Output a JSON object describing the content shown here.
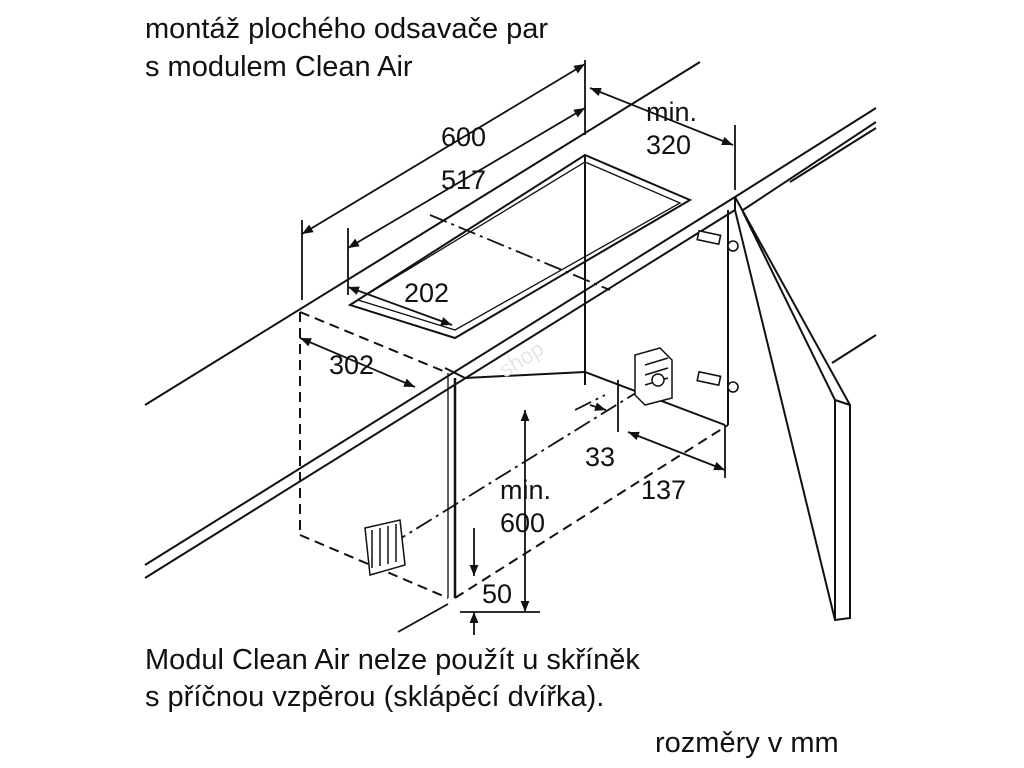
{
  "header": {
    "line1": "montáž plochého odsavače par",
    "line2": "s modulem Clean Air"
  },
  "footer": {
    "note_line1": "Modul Clean Air nelze použít u skříněk",
    "note_line2": "s příčnou vzpěrou (sklápěcí dvířka).",
    "units": "rozměry v mm"
  },
  "dimensions": {
    "width_600": "600",
    "width_517": "517",
    "depth_202": "202",
    "depth_302": "302",
    "min_label_top": "min.",
    "min_320": "320",
    "offset_33": "33",
    "offset_137": "137",
    "min_label_height": "min.",
    "height_600": "600",
    "gap_50": "50"
  },
  "watermark": "shop"
}
